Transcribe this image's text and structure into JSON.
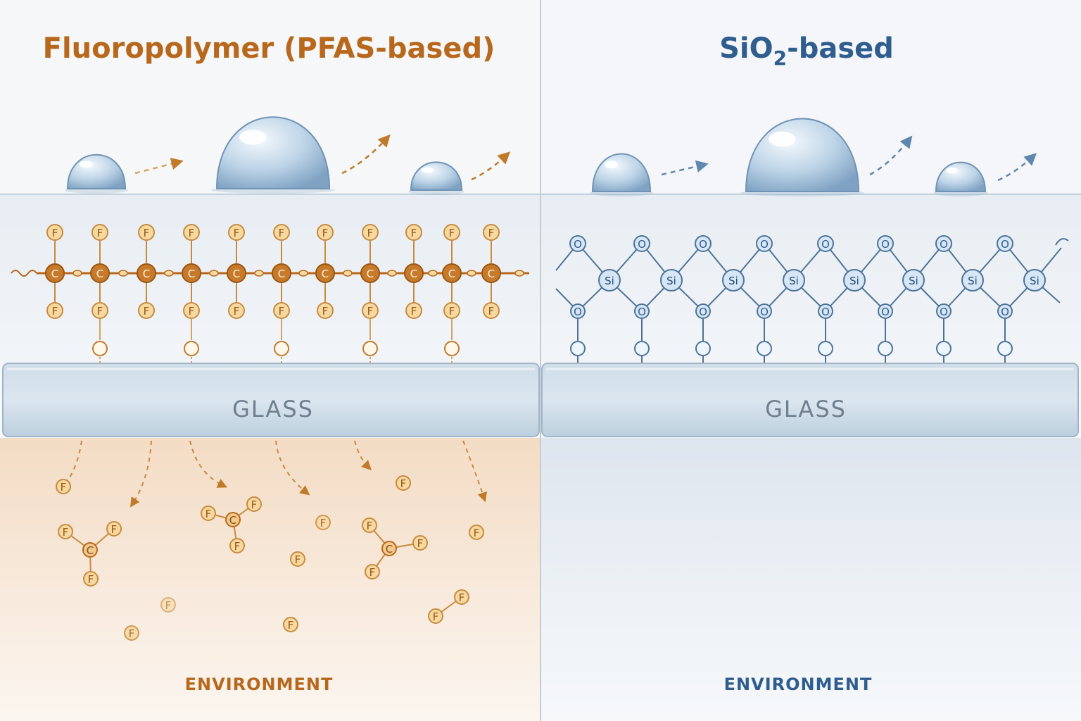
{
  "left": {
    "title": "Fluoropolymer (PFAS-based)",
    "glass_label": "GLASS",
    "environment_label": "ENVIRONMENT",
    "chain_atom": "C",
    "side_atom": "F",
    "accent_color": "#b8681c",
    "atom_fill": "#f6d9a0"
  },
  "right": {
    "title_prefix": "SiO",
    "title_subscript": "2",
    "title_suffix": "-based",
    "glass_label": "GLASS",
    "environment_label": "ENVIRONMENT",
    "network_atom": "Si",
    "link_atom": "O",
    "accent_color": "#2e5d8e",
    "atom_fill": "#d7e6f4"
  },
  "released_fragment_labels": {
    "fluorine": "F",
    "carbon": "C"
  }
}
